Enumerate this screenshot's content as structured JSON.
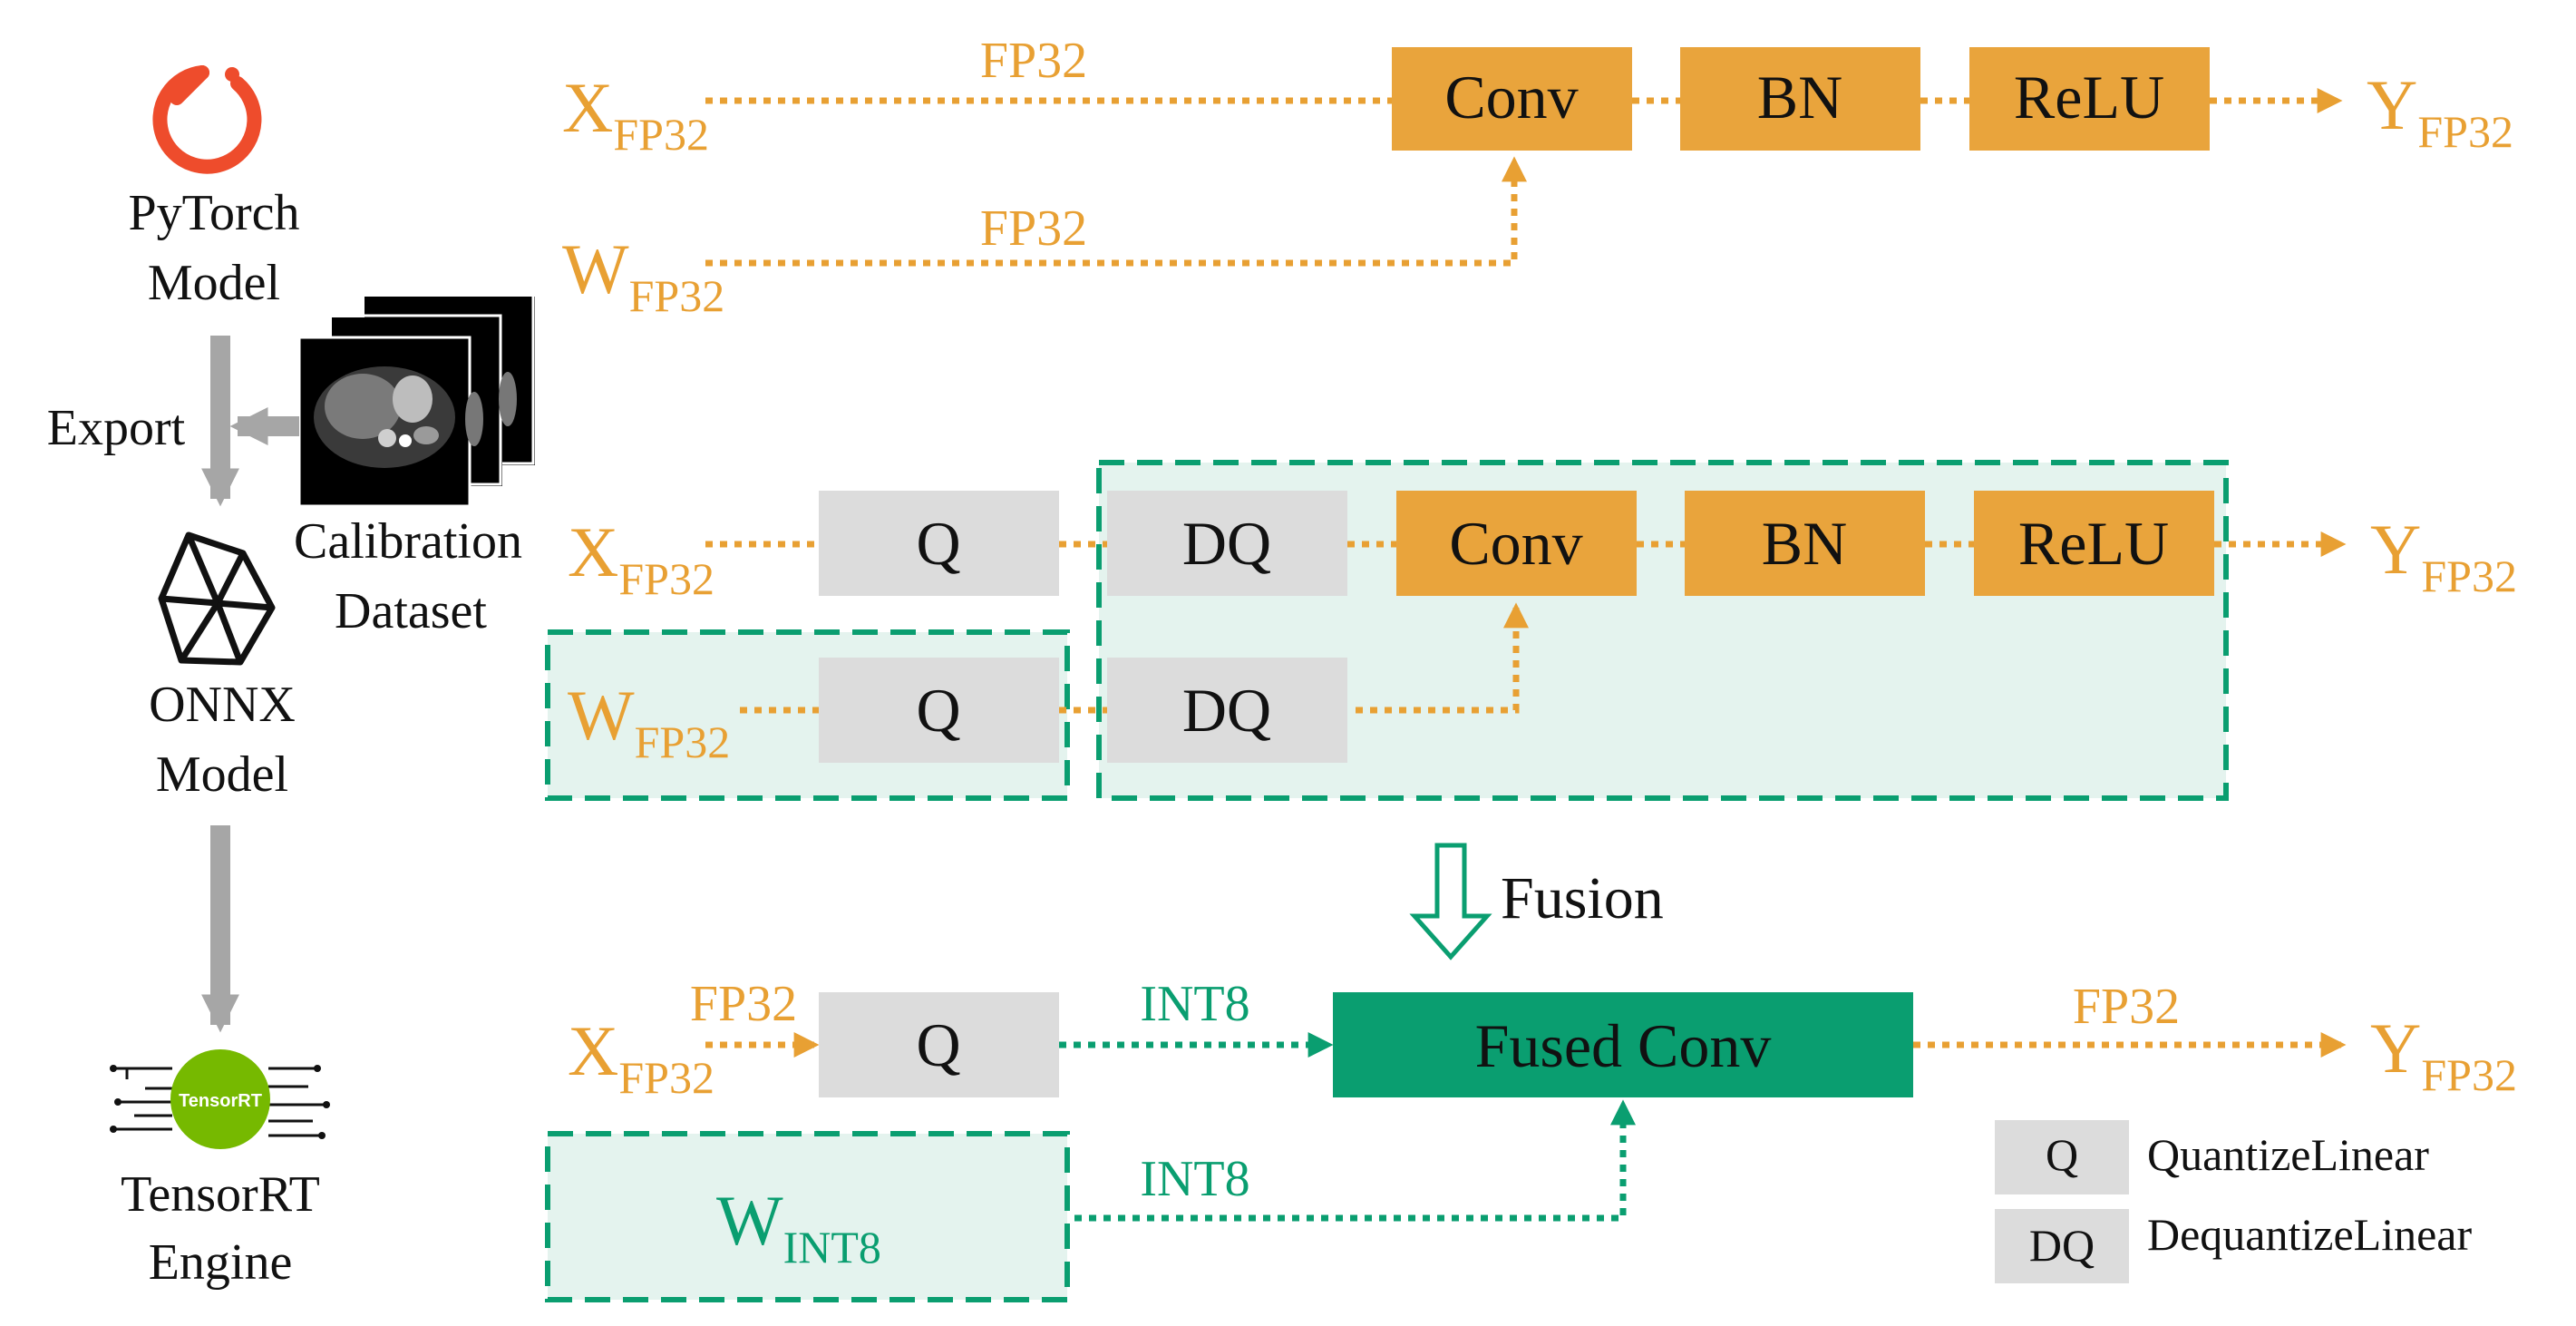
{
  "colors": {
    "orange": "#E8A033",
    "orange_box": "#E9A43C",
    "green": "#0A9E70",
    "green_fill": "#E4F3EE",
    "gray_box": "#DCDCDC",
    "gray_arrow": "#A6A6A6",
    "tensorrt_green": "#76B900"
  },
  "pipeline": {
    "pytorch": {
      "icon": "pytorch-logo-icon",
      "line1": "PyTorch",
      "line2": "Model"
    },
    "export_label": "Export",
    "calibration": {
      "line1": "Calibration",
      "line2": "Dataset"
    },
    "onnx": {
      "icon": "onnx-logo-icon",
      "line1": "ONNX",
      "line2": "Model"
    },
    "tensorrt": {
      "icon": "tensorrt-logo-icon",
      "badge": "TensorRT",
      "line1": "TensorRT",
      "line2": "Engine"
    }
  },
  "row1": {
    "x_main": "X",
    "x_sub": "FP32",
    "x_edge": "FP32",
    "w_main": "W",
    "w_sub": "FP32",
    "w_edge": "FP32",
    "conv": "Conv",
    "bn": "BN",
    "relu": "ReLU",
    "y_main": "Y",
    "y_sub": "FP32"
  },
  "row2": {
    "x_main": "X",
    "x_sub": "FP32",
    "w_main": "W",
    "w_sub": "FP32",
    "q_x": "Q",
    "dq_x": "DQ",
    "q_w": "Q",
    "dq_w": "DQ",
    "conv": "Conv",
    "bn": "BN",
    "relu": "ReLU",
    "y_main": "Y",
    "y_sub": "FP32"
  },
  "fusion_label": "Fusion",
  "row3": {
    "x_main": "X",
    "x_sub": "FP32",
    "x_edge": "FP32",
    "q": "Q",
    "q_out_edge": "INT8",
    "fused": "Fused Conv",
    "y_edge": "FP32",
    "y_main": "Y",
    "y_sub": "FP32",
    "w_main": "W",
    "w_sub": "INT8",
    "w_edge": "INT8"
  },
  "legend": {
    "q_symbol": "Q",
    "q_text": "QuantizeLinear",
    "dq_symbol": "DQ",
    "dq_text": "DequantizeLinear"
  }
}
